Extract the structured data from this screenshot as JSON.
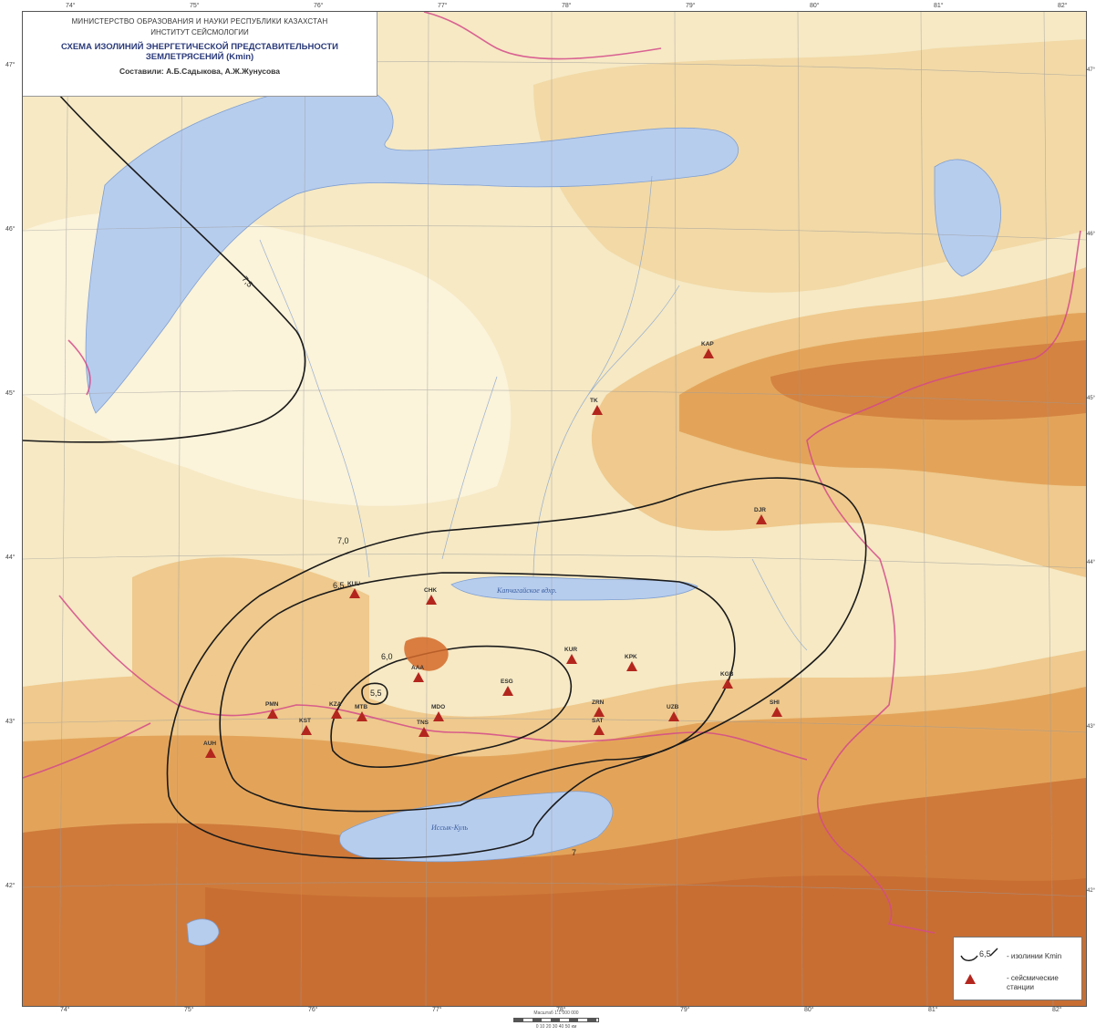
{
  "header": {
    "org_line1": "МИНИСТЕРСТВО ОБРАЗОВАНИЯ И НАУКИ РЕСПУБЛИКИ КАЗАХСТАН",
    "org_line2": "ИНСТИТУТ СЕЙСМОЛОГИИ",
    "title_line1": "СХЕМА ИЗОЛИНИЙ ЭНЕРГЕТИЧЕСКОЙ ПРЕДСТАВИТЕЛЬНОСТИ",
    "title_line2": "ЗЕМЛЕТРЯСЕНИЙ (Kmin)",
    "authors": "Составили: А.Б.Садыкова, А.Ж.Жунусова"
  },
  "top_ticks": [
    "74°",
    "75°",
    "76°",
    "77°",
    "78°",
    "79°",
    "80°",
    "81°",
    "82°"
  ],
  "bottom_ticks": [
    "74°",
    "75°",
    "76°",
    "77°",
    "78°",
    "79°",
    "80°",
    "81°",
    "82°"
  ],
  "left_ticks": [
    "47°",
    "46°",
    "45°",
    "44°",
    "43°",
    "42°"
  ],
  "right_ticks": [
    "47°",
    "46°",
    "45°",
    "44°",
    "43°",
    "42°"
  ],
  "isolines": {
    "labels": [
      "7,5",
      "7,0",
      "6,5",
      "6,0",
      "5,5",
      "7"
    ]
  },
  "stations": [
    "KAP",
    "TK",
    "DJR",
    "KUU",
    "CHK",
    "KUR",
    "KPK",
    "AAA",
    "ESG",
    "KGB",
    "PMN",
    "KZA",
    "MTB",
    "MDO",
    "KST",
    "ZRN",
    "SAT",
    "UZB",
    "SHI",
    "TNS",
    "AUH"
  ],
  "lakes": {
    "issyk_kul": "Иссык-Куль",
    "kapchagay": "Капчагайское вдхр."
  },
  "legend": {
    "isoline_value": "6,5",
    "isoline_text": "- изолинии Kmin",
    "station_text": "- сейсмические станции"
  },
  "scale": {
    "text": "Масштаб 1:1 000 000",
    "units": "0  10  20  30  40  50 км"
  },
  "colors": {
    "plains": "#f6e9c4",
    "hills": "#efc98d",
    "mountains": "#e3a45a",
    "high_mountains": "#cf7a3a",
    "water": "#b7cdee",
    "border": "#d44a8a",
    "isoline": "#1a1a1a",
    "station": "#b3261e"
  }
}
